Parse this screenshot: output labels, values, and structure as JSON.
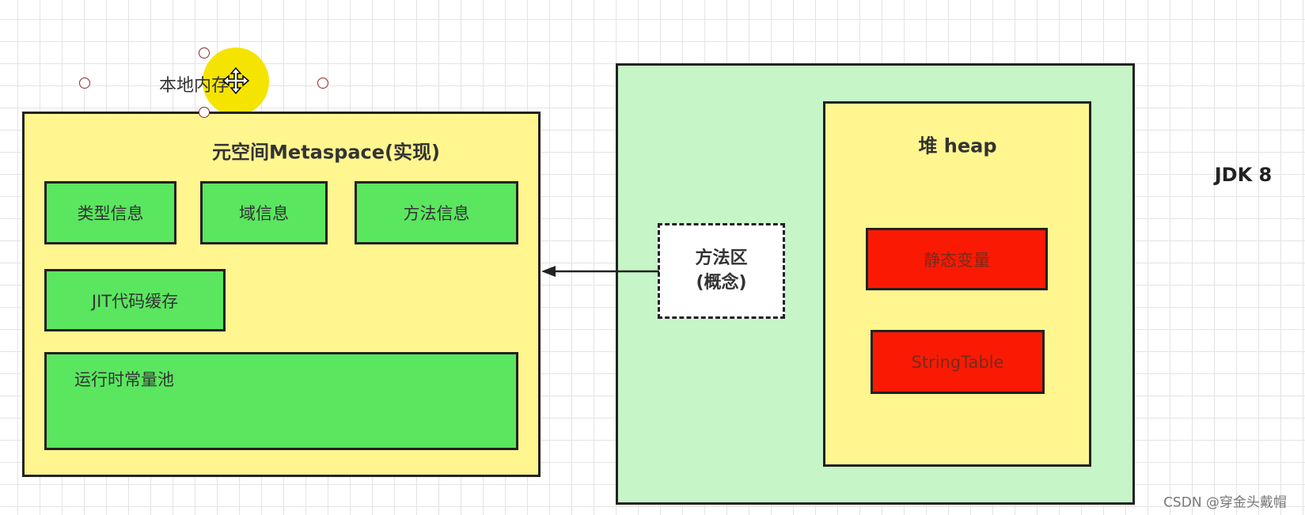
{
  "native_memory": {
    "label": "本地内存"
  },
  "metaspace": {
    "title": "元空间Metaspace(实现)",
    "items": [
      "类型信息",
      "域信息",
      "方法信息",
      "JIT代码缓存",
      "运行时常量池"
    ]
  },
  "method_area": {
    "line1": "方法区",
    "line2": "(概念)"
  },
  "heap": {
    "title": "堆 heap",
    "items": [
      "静态变量",
      "StringTable"
    ]
  },
  "version_label": "JDK 8",
  "watermark": "CSDN @穿金头戴帽",
  "colors": {
    "metaspace": "#fff68f",
    "metaspace_items": "#5ae65f",
    "outer_jvm": "#c6f5c8",
    "heap": "#fff68f",
    "heap_items": "#fa1a04",
    "cursor_highlight": "#f5e400"
  }
}
